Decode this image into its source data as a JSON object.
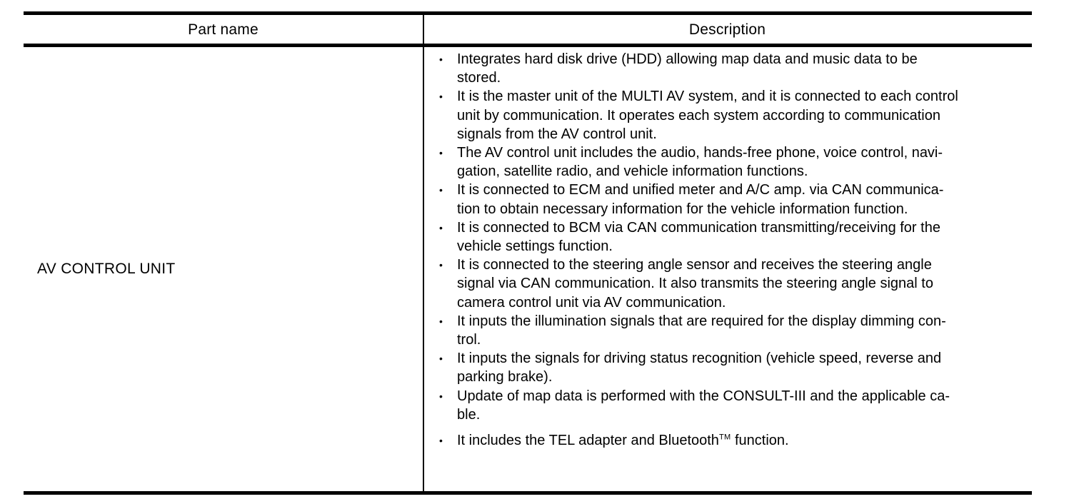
{
  "table": {
    "columns": [
      {
        "key": "part_name",
        "label": "Part name"
      },
      {
        "key": "description",
        "label": "Description"
      }
    ],
    "rows": [
      {
        "part_name": "AV CONTROL UNIT",
        "description_bullets": [
          {
            "id": "bullet-hdd",
            "text": "Integrates hard disk drive (HDD) allowing map data and music data to be stored.",
            "lines": [
              "Integrates hard disk drive (HDD) allowing map data and music data to be",
              "stored."
            ]
          },
          {
            "id": "bullet-master-unit",
            "text": "It is the master unit of the MULTI AV system, and it is connected to each control unit by communication. It operates each system according to communication signals from the AV control unit.",
            "lines": [
              "It is the master unit of the MULTI AV system, and it is connected to each control",
              "unit by communication. It operates each system according to communication",
              "signals from the AV control unit."
            ]
          },
          {
            "id": "bullet-functions",
            "text": "The AV control unit includes the audio, hands-free phone, voice control, navigation, satellite radio, and vehicle information functions.",
            "lines": [
              "The AV control unit includes the audio, hands-free phone, voice control, navi-",
              "gation, satellite radio, and vehicle information functions."
            ]
          },
          {
            "id": "bullet-ecm-can",
            "text": "It is connected to ECM and unified meter and A/C amp. via CAN communication to obtain necessary information for the vehicle information function.",
            "lines": [
              "It is connected to ECM and unified meter and A/C amp. via CAN communica-",
              "tion to obtain necessary information for the vehicle information function."
            ]
          },
          {
            "id": "bullet-bcm-can",
            "text": "It is connected to BCM via CAN communication transmitting/receiving for the vehicle settings function.",
            "lines": [
              "It is connected to BCM via CAN communication transmitting/receiving for the",
              "vehicle settings function."
            ]
          },
          {
            "id": "bullet-steering-angle",
            "text": "It is connected to the steering angle sensor and receives the steering angle signal via CAN communication. It also transmits the steering angle signal to camera control unit via AV communication.",
            "lines": [
              "It is connected to the steering angle sensor and receives the steering angle",
              "signal via CAN communication. It also transmits the steering angle signal to",
              "camera control unit via AV communication."
            ]
          },
          {
            "id": "bullet-illumination",
            "text": "It inputs the illumination signals that are required for the display dimming control.",
            "lines": [
              "It inputs the illumination signals that are required for the display dimming con-",
              "trol."
            ]
          },
          {
            "id": "bullet-driving-status",
            "text": "It inputs the signals for driving status recognition (vehicle speed, reverse and parking brake).",
            "lines": [
              "It inputs the signals for driving status recognition (vehicle speed, reverse and",
              "parking brake)."
            ]
          },
          {
            "id": "bullet-map-update",
            "text": "Update of map data is performed with the CONSULT-III and the applicable cable.",
            "lines": [
              "Update of map data is performed with the CONSULT-III and the applicable ca-",
              "ble."
            ]
          },
          {
            "id": "bullet-tel-bluetooth",
            "text": "It includes the TEL adapter and Bluetooth™ function.",
            "lines": [
              "It includes the TEL adapter and Bluetooth™ function."
            ],
            "line_parts": [
              {
                "before": "It includes the TEL adapter and Bluetooth",
                "sup": "TM",
                "after": " function."
              }
            ],
            "extra_space_before": true
          }
        ]
      }
    ]
  },
  "colors": {
    "rule": "#000000",
    "text": "#000000",
    "background": "#ffffff"
  }
}
